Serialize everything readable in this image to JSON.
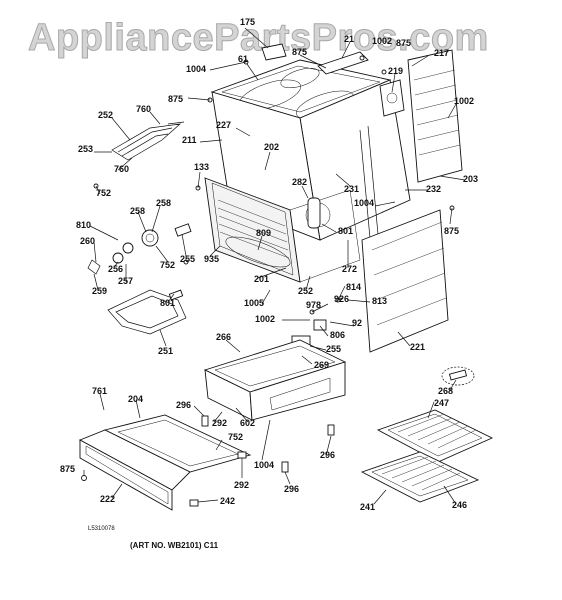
{
  "watermark": "AppliancePartsPros.com",
  "diagram_code": "L5310078",
  "caption": "(ART NO. WB2101) C11",
  "labels": {
    "l175": "175",
    "l21": "21",
    "l1002a": "1002",
    "l875a": "875",
    "l217": "217",
    "l1004a": "1004",
    "l61": "61",
    "l219": "219",
    "l875b": "875",
    "l1002b": "1002",
    "l760a": "760",
    "l252a": "252",
    "l227": "227",
    "l211": "211",
    "l253": "253",
    "l760b": "760",
    "l202": "202",
    "l133": "133",
    "l752a": "752",
    "l282": "282",
    "l231": "231",
    "l232": "232",
    "l203": "203",
    "l258a": "258",
    "l258b": "258",
    "l1004b": "1004",
    "l875c": "875",
    "l810": "810",
    "l801a": "801",
    "l260": "260",
    "l256": "256",
    "l255a": "255",
    "l809": "809",
    "l752b": "752",
    "l935": "935",
    "l272": "272",
    "l259": "259",
    "l257": "257",
    "l814": "814",
    "l201": "201",
    "l252b": "252",
    "l926": "926",
    "l813": "813",
    "l801b": "801",
    "l1005": "1005",
    "l978": "978",
    "l1002c": "1002",
    "l806": "806",
    "l92": "92",
    "l255b": "255",
    "l221": "221",
    "l251": "251",
    "l266": "266",
    "l269": "269",
    "l268": "268",
    "l761": "761",
    "l247": "247",
    "l204": "204",
    "l296a": "296",
    "l292a": "292",
    "l602": "602",
    "l752c": "752",
    "l296b": "296",
    "l1004c": "1004",
    "l875d": "875",
    "l292b": "292",
    "l296c": "296",
    "l222": "222",
    "l242": "242",
    "l241": "241",
    "l246": "246"
  }
}
